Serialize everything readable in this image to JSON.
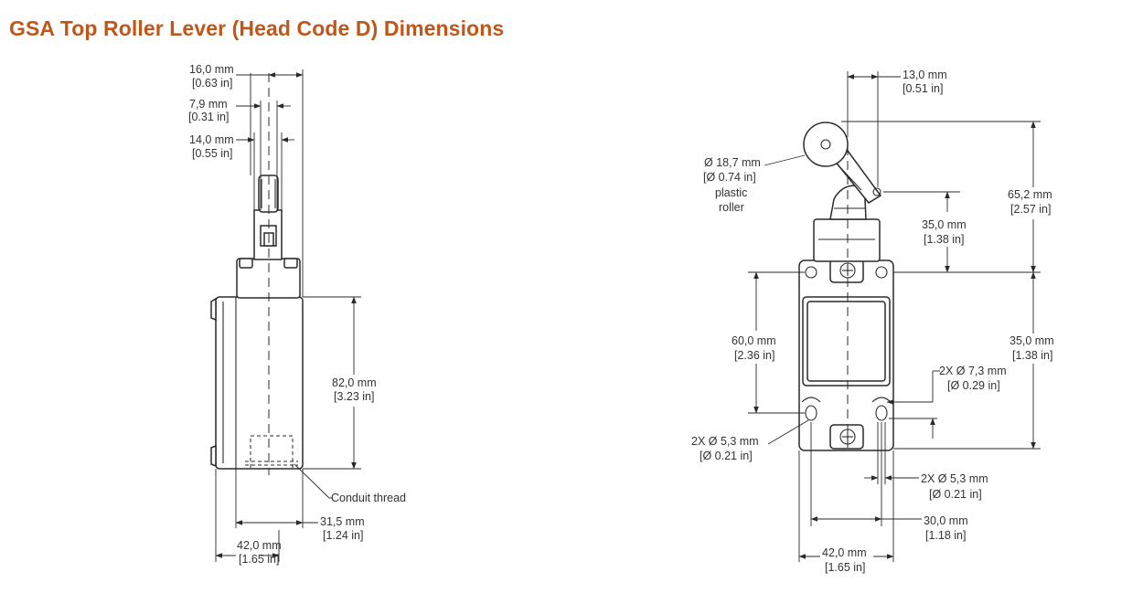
{
  "title": "GSA Top Roller Lever (Head Code D) Dimensions",
  "side_view": {
    "dim_16": [
      "16,0 mm",
      "[0.63 in]"
    ],
    "dim_7_9": [
      "7,9 mm",
      "[0.31 in]"
    ],
    "dim_14": [
      "14,0 mm",
      "[0.55 in]"
    ],
    "dim_82": [
      "82,0 mm",
      "[3.23 in]"
    ],
    "conduit": "Conduit thread",
    "dim_31_5": [
      "31,5 mm",
      "[1.24 in]"
    ],
    "dim_42": [
      "42,0 mm",
      "[1.65 in]"
    ]
  },
  "front_view": {
    "dim_13": [
      "13,0 mm",
      "[0.51 in]"
    ],
    "roller": [
      "Ø 18,7 mm",
      "[Ø 0.74 in]",
      "plastic",
      "roller"
    ],
    "dim_65_2": [
      "65,2 mm",
      "[2.57 in]"
    ],
    "dim_35_head": [
      "35,0 mm",
      "[1.38 in]"
    ],
    "dim_60": [
      "60,0 mm",
      "[2.36 in]"
    ],
    "dim_35_body": [
      "35,0 mm",
      "[1.38 in]"
    ],
    "hole_7_3": [
      "2X Ø 7,3 mm",
      "[Ø 0.29 in]"
    ],
    "hole_5_3_left": [
      "2X Ø 5,3 mm",
      "[Ø 0.21 in]"
    ],
    "hole_5_3_right": [
      "2X Ø 5,3 mm",
      "[Ø 0.21 in]"
    ],
    "dim_30": [
      "30,0 mm",
      "[1.18 in]"
    ],
    "dim_42": [
      "42,0 mm",
      "[1.65 in]"
    ]
  }
}
